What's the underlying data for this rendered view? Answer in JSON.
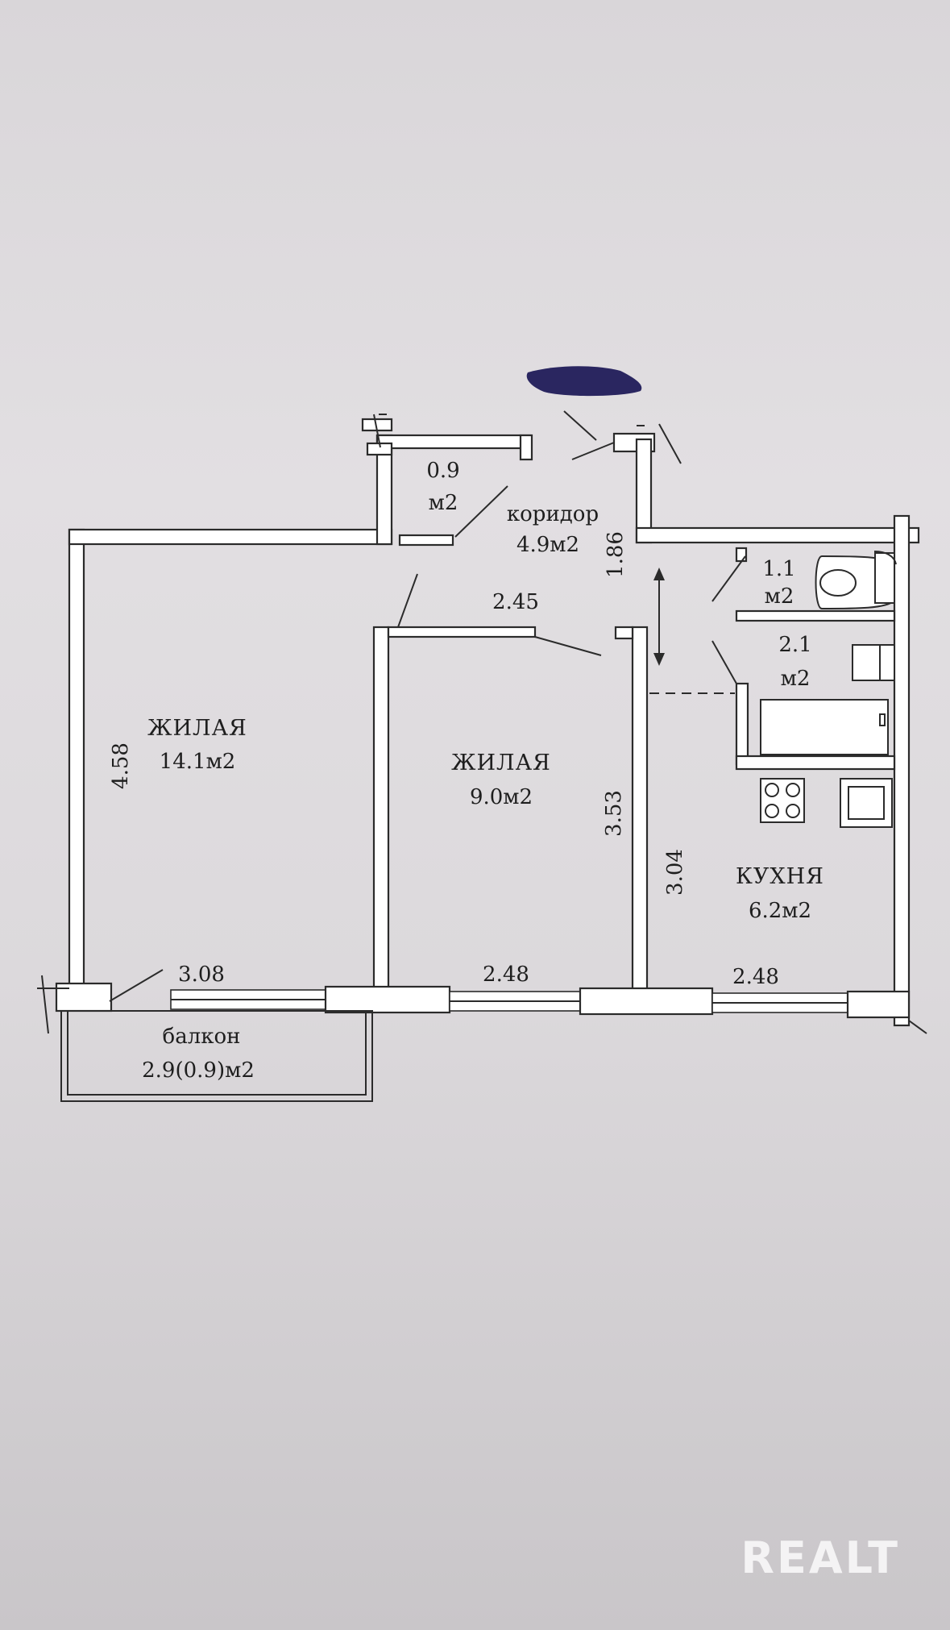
{
  "rooms": {
    "living1": {
      "name": "ЖИЛАЯ",
      "area": "14.1м2"
    },
    "living2": {
      "name": "ЖИЛАЯ",
      "area": "9.0м2"
    },
    "kitchen": {
      "name": "КУХНЯ",
      "area": "6.2м2"
    },
    "corridor": {
      "name": "коридор",
      "area": "4.9м2"
    },
    "closet": {
      "value": "0.9",
      "unit": "м2"
    },
    "toilet": {
      "value": "1.1",
      "unit": "м2"
    },
    "bathroom": {
      "value": "2.1",
      "unit": "м2"
    },
    "balcony": {
      "name": "балкон",
      "area": "2.9(0.9)м2"
    }
  },
  "dimensions": {
    "living1_height": "4.58",
    "living1_width": "3.08",
    "living2_height": "3.53",
    "living2_width": "2.48",
    "corridor_width": "2.45",
    "corridor_height": "1.86",
    "kitchen_height": "3.04",
    "kitchen_width": "2.48"
  },
  "watermark": "REALT",
  "colors": {
    "paper": "#dcd9dc",
    "ink": "#2b2b2b",
    "redaction": "#2a2660"
  }
}
